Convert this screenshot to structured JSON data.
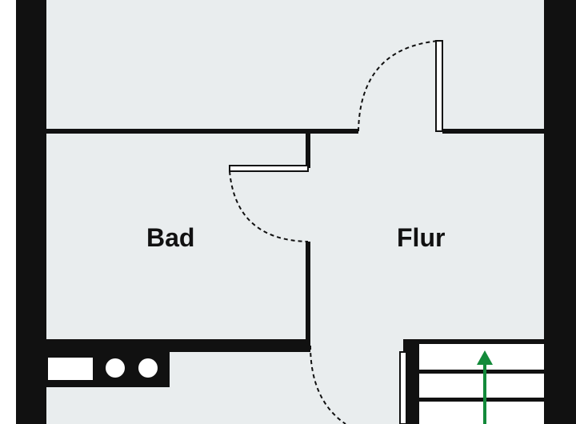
{
  "rooms": {
    "bath": {
      "label": "Bad"
    },
    "hall": {
      "label": "Flur"
    }
  },
  "colors": {
    "floor": "#e9edee",
    "wall": "#111111",
    "stair_arrow": "#138a3a",
    "door_panel": "#ffffff"
  },
  "icons": {
    "door_swing": "dashed-arc",
    "stairs": "stair-treads",
    "direction": "up-arrow"
  }
}
